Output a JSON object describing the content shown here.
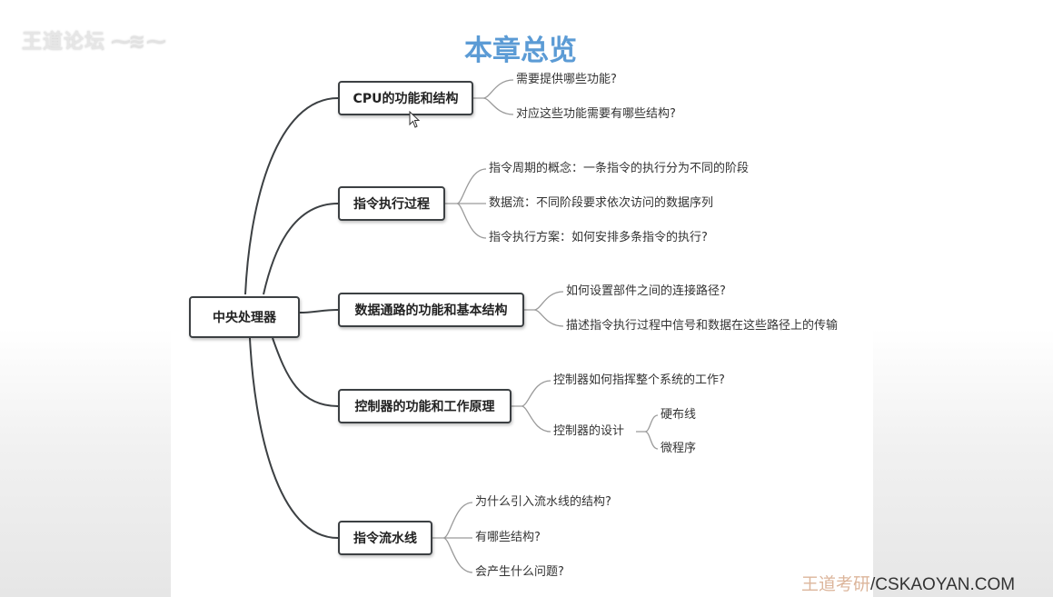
{
  "watermark_top_left": "王道论坛",
  "slide_title": "本章总览",
  "root": "中央处理器",
  "branches": [
    {
      "label": "CPU的功能和结构",
      "leaves": [
        "需要提供哪些功能?",
        "对应这些功能需要有哪些结构?"
      ]
    },
    {
      "label": "指令执行过程",
      "leaves": [
        "指令周期的概念：一条指令的执行分为不同的阶段",
        "数据流：不同阶段要求依次访问的数据序列",
        "指令执行方案：如何安排多条指令的执行?"
      ]
    },
    {
      "label": "数据通路的功能和基本结构",
      "leaves": [
        "如何设置部件之间的连接路径?",
        "描述指令执行过程中信号和数据在这些路径上的传输"
      ]
    },
    {
      "label": "控制器的功能和工作原理",
      "leaves": [
        "控制器如何指挥整个系统的工作?",
        "控制器的设计"
      ],
      "subleaves": [
        "硬布线",
        "微程序"
      ]
    },
    {
      "label": "指令流水线",
      "leaves": [
        "为什么引入流水线的结构?",
        "有哪些结构?",
        "会产生什么问题?"
      ]
    }
  ],
  "watermark_bottom_right": {
    "faded": "王道考研",
    "url": "/CSKAOYAN.COM"
  },
  "colors": {
    "title": "#5b9bd5",
    "line": "#3c4043",
    "leaf_line": "#9a9a9a"
  }
}
